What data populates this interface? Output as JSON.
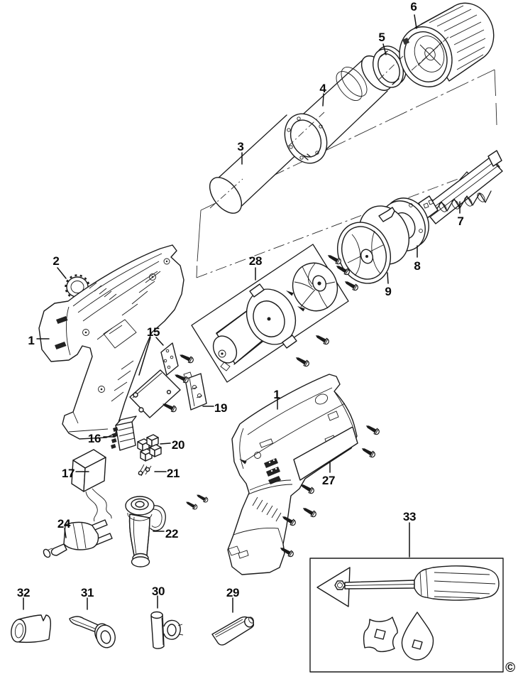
{
  "figure": {
    "type": "exploded-parts-diagram",
    "copyright": "©"
  },
  "labels": {
    "p1_left": "1",
    "p1_right": "1",
    "p2": "2",
    "p3": "3",
    "p4": "4",
    "p5": "5",
    "p6": "6",
    "p7": "7",
    "p8": "8",
    "p9": "9",
    "p15": "15",
    "p16": "16",
    "p17": "17",
    "p19": "19",
    "p20": "20",
    "p21": "21",
    "p22": "22",
    "p24": "24",
    "p27": "27",
    "p28": "28",
    "p29": "29",
    "p30": "30",
    "p31": "31",
    "p32": "32",
    "p33": "33"
  }
}
